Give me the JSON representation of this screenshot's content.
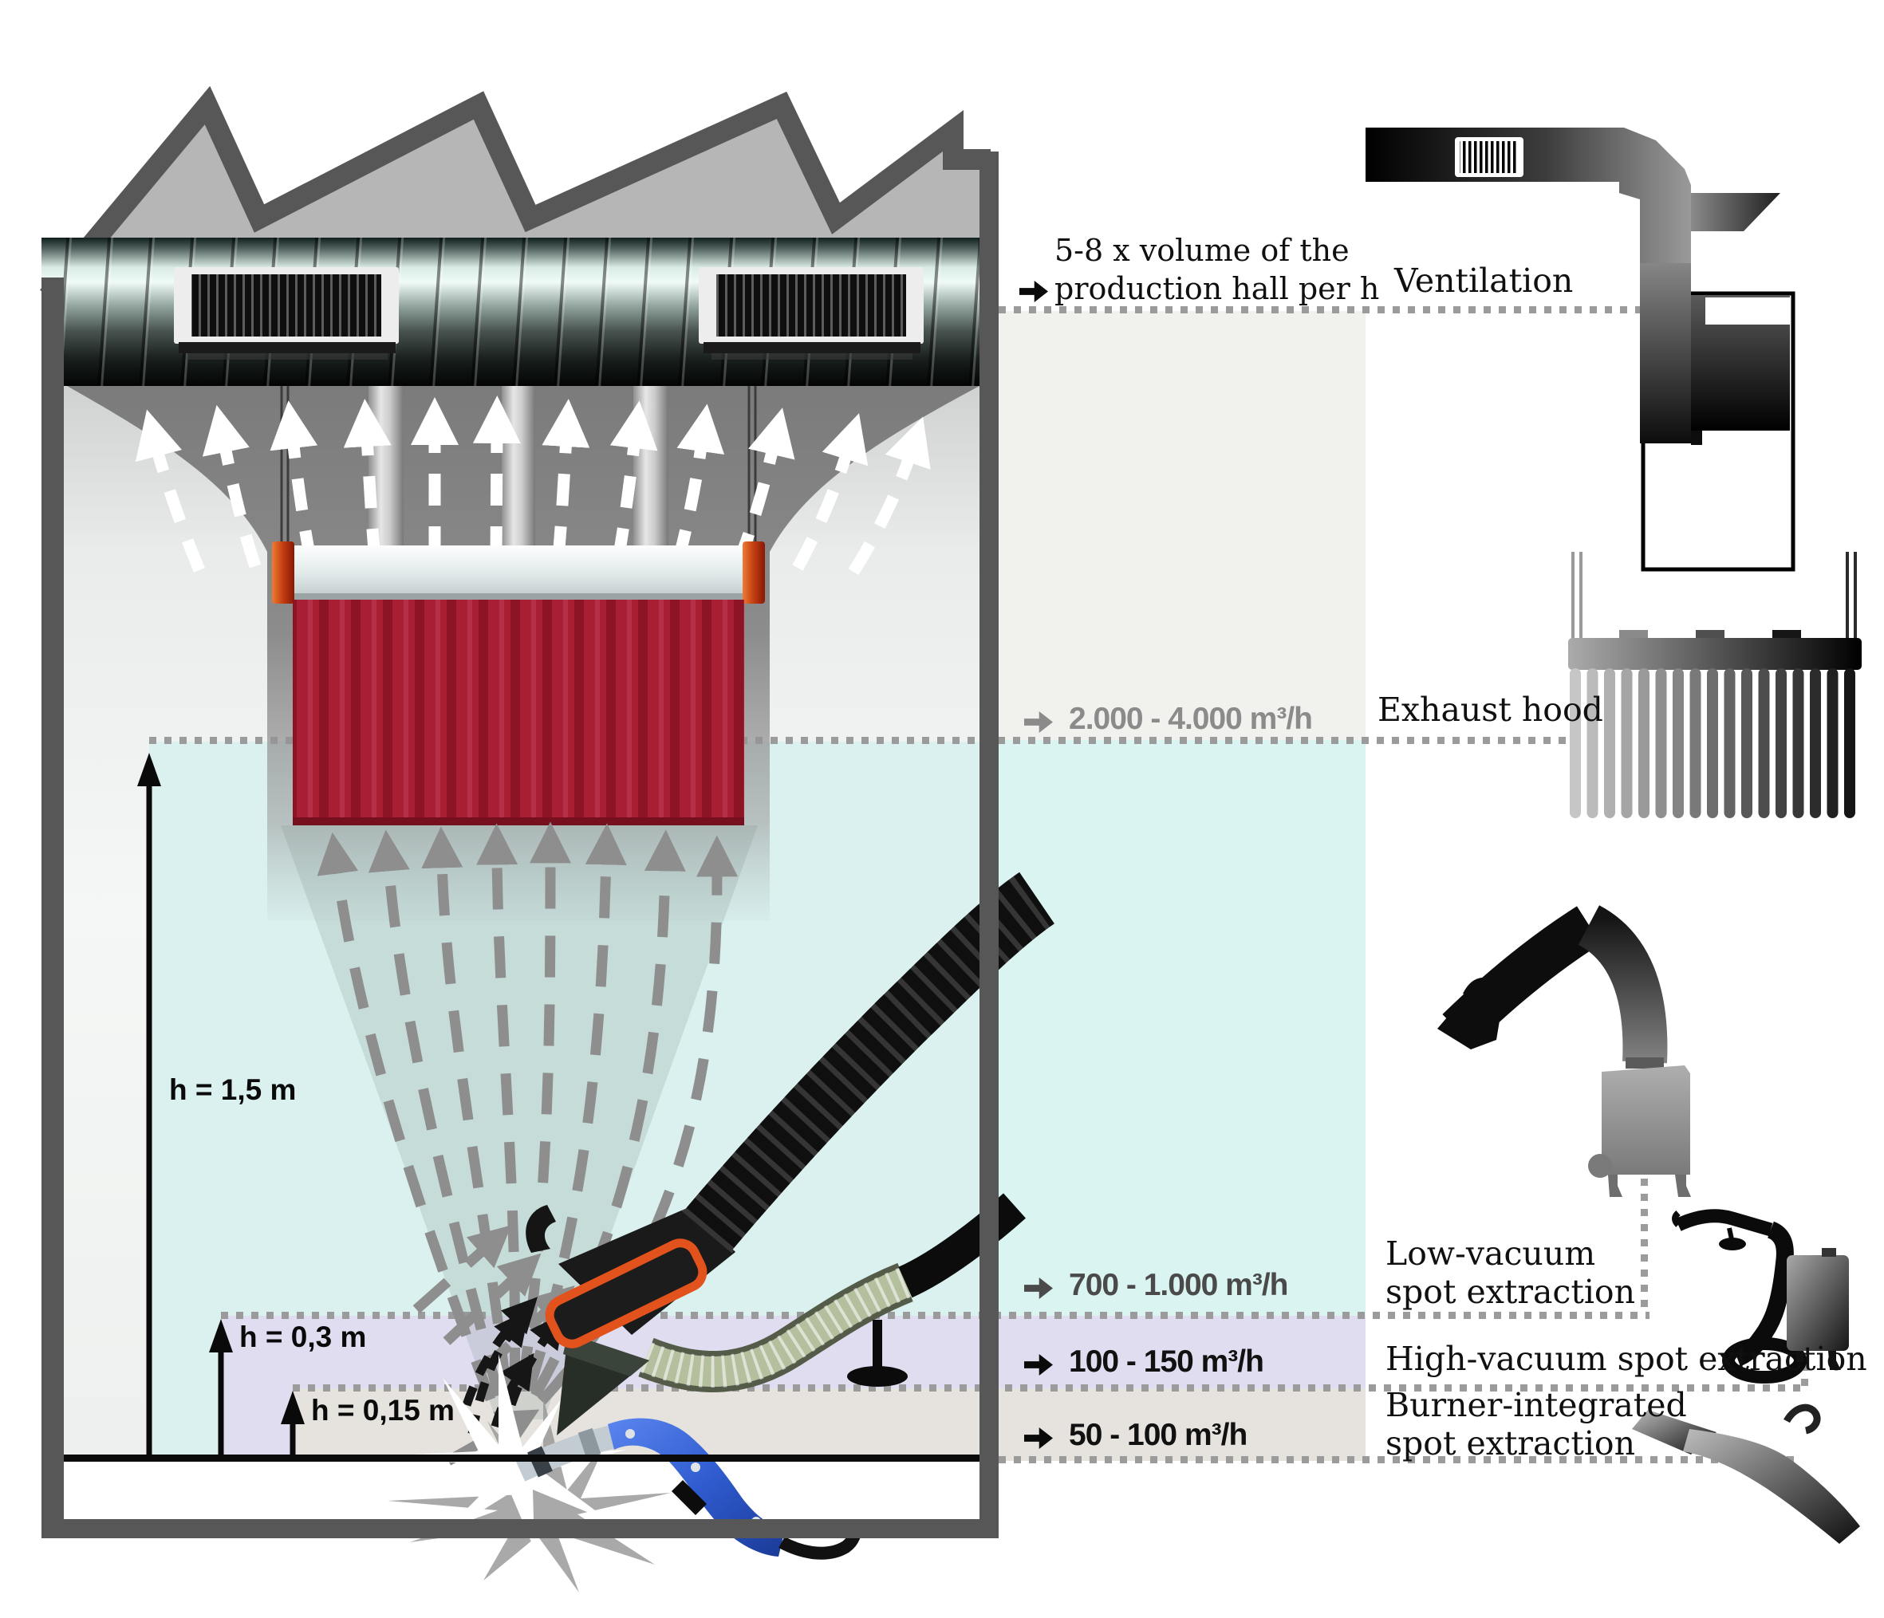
{
  "scene": {
    "heights": [
      "h = 1,5 m",
      "h = 0,3 m",
      "h = 0,15 m"
    ]
  },
  "annotations": {
    "rows": [
      {
        "id": "ventilation",
        "note_line1": "5-8 x volume of the",
        "note_line2": "production hall per h",
        "label": "Ventilation"
      },
      {
        "id": "exhaust-hood",
        "value": "2.000 - 4.000 m³/h",
        "label": "Exhaust hood"
      },
      {
        "id": "low-vacuum",
        "value": "700 - 1.000 m³/h",
        "label_line1": "Low-vacuum",
        "label_line2": "spot extraction"
      },
      {
        "id": "high-vacuum",
        "value": "100 - 150 m³/h",
        "label": "High-vacuum spot extraction"
      },
      {
        "id": "burner-integrated",
        "value": "50 - 100 m³/h",
        "label_line1": "Burner-integrated",
        "label_line2": "spot extraction"
      }
    ]
  },
  "colors": {
    "band_ventilation": "#f1f1ee",
    "band_exhaust": "#daf1ef",
    "band_low_vacuum": "#e1ddf1",
    "band_high_vacuum": "#e6e3de",
    "hood_red": "#a81e33",
    "hood_cap_orange": "#d44a14",
    "nozzle_rim_orange": "#e2521c",
    "torch_blue": "#2f5cd0",
    "value_gray": "#8b8b8b",
    "value_dark_gray": "#4a4a4a"
  }
}
